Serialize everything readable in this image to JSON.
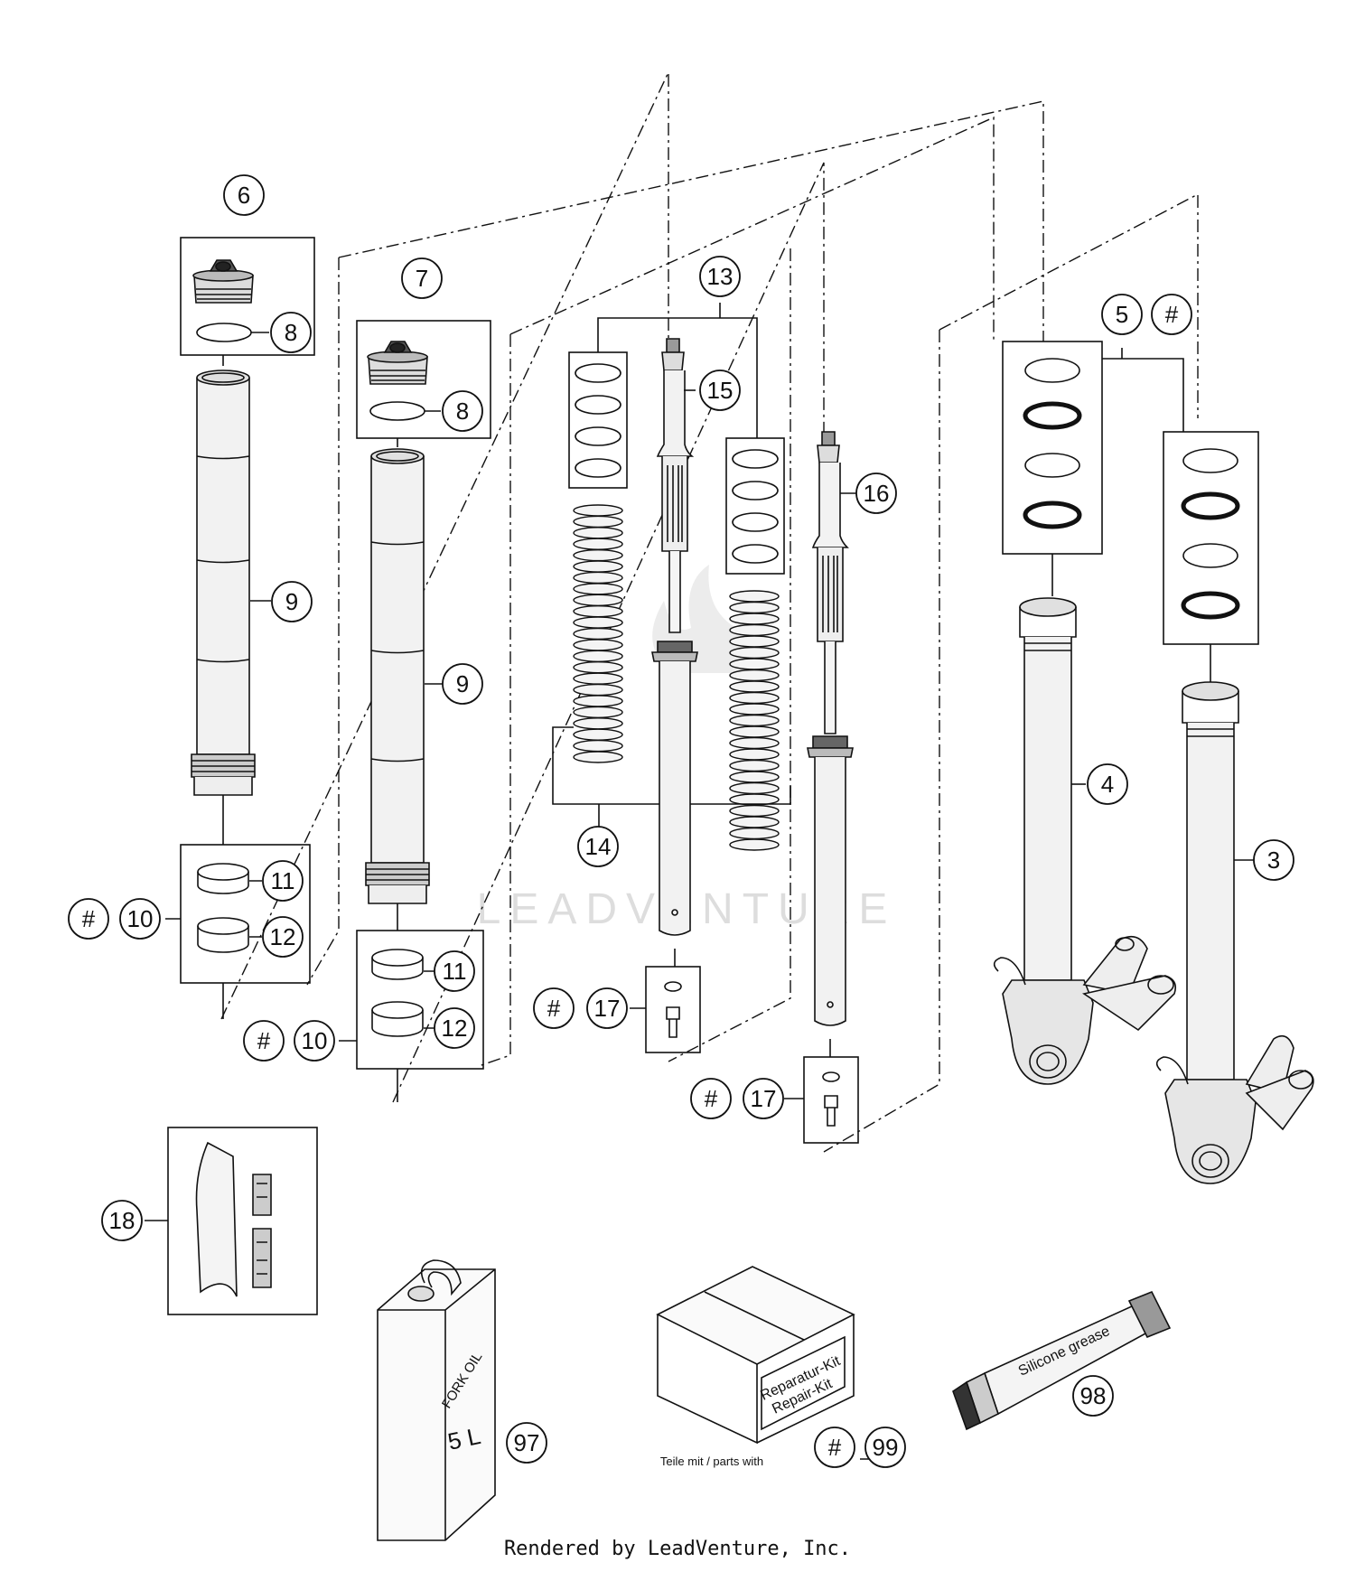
{
  "callouts": {
    "c6": "6",
    "c8a": "8",
    "c7": "7",
    "c8b": "8",
    "c9a": "9",
    "c9b": "9",
    "c10a": "10",
    "c11a": "11",
    "c12a": "12",
    "h10a": "#",
    "c10b": "10",
    "c11b": "11",
    "c12b": "12",
    "h10b": "#",
    "c13": "13",
    "c14": "14",
    "c15": "15",
    "c16": "16",
    "c17a": "17",
    "h17a": "#",
    "c17b": "17",
    "h17b": "#",
    "c5": "5",
    "h5": "#",
    "c4": "4",
    "c3": "3",
    "c18": "18",
    "c97": "97",
    "c98": "98",
    "c99": "99",
    "h99": "#"
  },
  "labels": {
    "oil_line1": "FORK OIL",
    "oil_line2": "5 L",
    "kit_line1": "Reparatur-Kit",
    "kit_line2": "Repair-Kit",
    "grease_line1": "Silicone grease",
    "parts_note": "Teile mit / parts with",
    "watermark": "LEADVENTURE",
    "credit": "Rendered by LeadVenture, Inc."
  },
  "colors": {
    "line": "#111111",
    "watermark": "#d9d9d9",
    "tube": "#f2f2f2"
  }
}
